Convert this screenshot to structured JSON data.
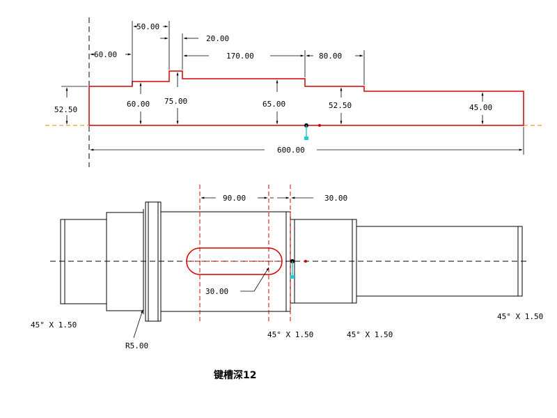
{
  "colors": {
    "profile": "#d40000",
    "axis_end": "#e8a030",
    "marker": "#22cccc",
    "ink": "#000000"
  },
  "top_view": {
    "dims_horizontal": {
      "d60": "60.00",
      "d50": "50.00",
      "d20": "20.00",
      "d170": "170.00",
      "d80": "80.00",
      "total": "600.00"
    },
    "dims_vertical": {
      "v52_left": "52.50",
      "v60": "60.00",
      "v75": "75.00",
      "v65": "65.00",
      "v52_right": "52.50",
      "v45": "45.00"
    }
  },
  "bottom_view": {
    "keyway_length": "90.00",
    "keyway_offset": "30.00",
    "keyway_width": "30.00",
    "chamfer_left": "45° X 1.50",
    "chamfer_mid1": "45° X 1.50",
    "chamfer_mid2": "45° X 1.50",
    "chamfer_right": "45° X 1.50",
    "fillet": "R5.00"
  },
  "caption": "键槽深12"
}
